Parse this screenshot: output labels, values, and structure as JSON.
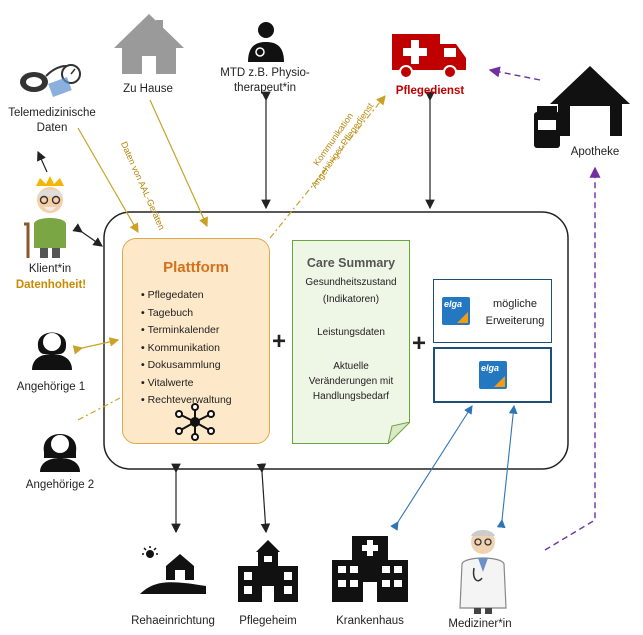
{
  "nodes": {
    "zu_hause": "Zu Hause",
    "mtd": [
      "MTD z.B. Physio-",
      "therapeut*in"
    ],
    "pflegedienst": "Pflegedienst",
    "apotheke": "Apotheke",
    "telemed": [
      "Telemedizinische",
      "Daten"
    ],
    "klient": "Klient*in",
    "datenhoheit": "Datenhoheit!",
    "angehoerige1": "Angehörige 1",
    "angehoerige2": "Angehörige 2",
    "reha": "Reha­einrichtung",
    "pflegeheim": "Pflegeheim",
    "krankenhaus": "Krankenhaus",
    "mediziner": "Mediziner*in"
  },
  "edge_labels": {
    "aal": "Daten von AAL-Geräten",
    "komm1": "Kommunikation",
    "komm2": "Angehöriger-Pflegedienst"
  },
  "platform": {
    "title": "Plattform",
    "items": [
      "Pflegedaten",
      "Tagebuch",
      "Terminkalender",
      "Kommunikation",
      "Dokusammlung",
      "Vitalwerte",
      "Rechteverwaltung"
    ]
  },
  "care_summary": {
    "title": "Care Summary",
    "line1": "Gesundheitszustand",
    "line2": "(Indikatoren)",
    "line3": "Leistungsdaten",
    "line4": "Aktuelle",
    "line5": "Veränderungen mit",
    "line6": "Handlungsbedarf"
  },
  "elga": {
    "logo": "elga",
    "ext1": "mögliche",
    "ext2": "Erweiterung"
  },
  "colors": {
    "gold_arrow": "#c9a227",
    "purple_arrow": "#7030a0",
    "blue_arrow": "#2e75b6",
    "icon_gray": "#9a9a9a",
    "ambulance_red": "#c00000"
  }
}
